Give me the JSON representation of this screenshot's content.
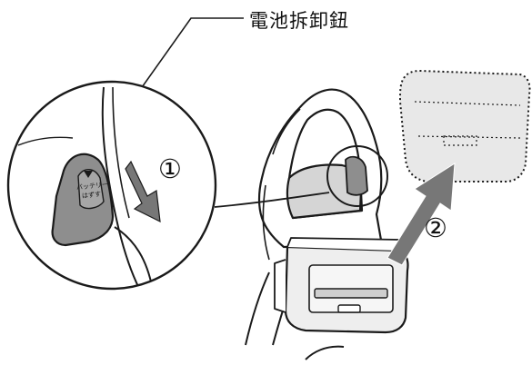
{
  "callout": {
    "label": "電池拆卸鈕"
  },
  "steps": [
    {
      "marker": "①"
    },
    {
      "marker": "②"
    }
  ],
  "button_marks": {
    "line1": "バッテリー",
    "line2": "はずす"
  },
  "colors": {
    "ink": "#1a1a1a",
    "button_fill": "#8e8e8e",
    "arrow_fill": "#777777",
    "battery_fill": "#eeeeee"
  }
}
